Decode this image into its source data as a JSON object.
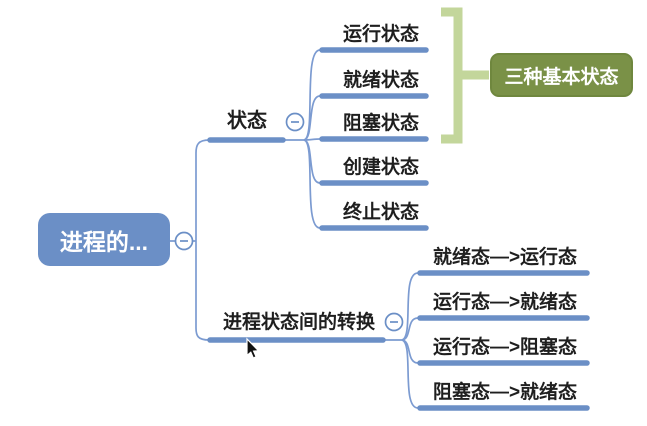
{
  "root": {
    "label": "进程的..."
  },
  "branches": [
    {
      "label": "状态",
      "children": [
        {
          "label": "运行状态"
        },
        {
          "label": "就绪状态"
        },
        {
          "label": "阻塞状态"
        },
        {
          "label": "创建状态"
        },
        {
          "label": "终止状态"
        }
      ]
    },
    {
      "label": "进程状态间的转换",
      "children": [
        {
          "label": "就绪态—>运行态"
        },
        {
          "label": "运行态—>就绪态"
        },
        {
          "label": "运行态—>阻塞态"
        },
        {
          "label": "阻塞态—>就绪态"
        }
      ]
    }
  ],
  "callout": {
    "label": "三种基本状态"
  },
  "icons": {
    "collapse": "−"
  },
  "colors": {
    "topic_blue": "#6b8fc6",
    "line_blue": "#7c9bd1",
    "bracket_green": "#c3d69b",
    "callout_green": "#7a9147",
    "text": "#1f1f1f"
  }
}
